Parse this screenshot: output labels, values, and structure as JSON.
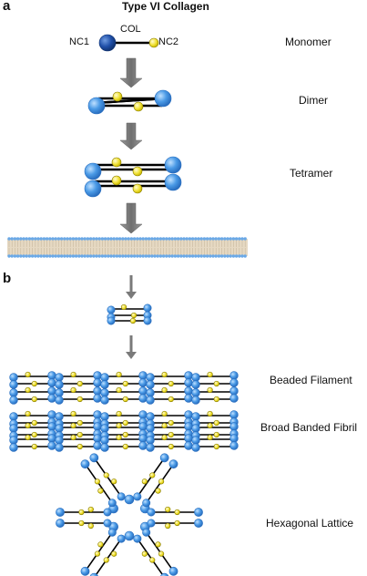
{
  "title": "Type VI Collagen",
  "panels": {
    "a": "a",
    "b": "b"
  },
  "monomer_labels": {
    "nc1": "NC1",
    "col": "COL",
    "nc2": "NC2"
  },
  "stages_a": [
    "Monomer",
    "Dimer",
    "Tetramer"
  ],
  "stages_b": [
    "Beaded Filament",
    "Broad Banded Fibril",
    "Hexagonal Lattice"
  ],
  "colors": {
    "nc1_dark": "#1f4fa8",
    "globule_blue": "#4a9ae6",
    "globule_yellow": "#f2e33a",
    "rod": "#000000",
    "arrow": "#808080",
    "membrane_head": "#6aa8e6",
    "membrane_tail": "#d9c9b0"
  }
}
